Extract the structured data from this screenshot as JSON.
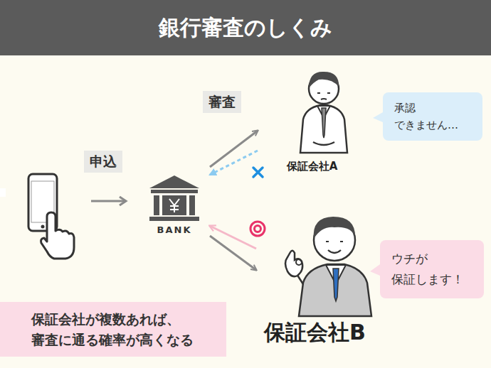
{
  "diagram": {
    "title": "銀行審査のしくみ",
    "nodes": [
      {
        "text": [
          "BANK"
        ]
      },
      {
        "text": [
          "保証会社A"
        ]
      },
      {
        "text": [
          "承認 できません…"
        ]
      },
      {
        "text": [
          "保証会社B"
        ]
      },
      {
        "text": [
          "ウチが 保証します！"
        ]
      },
      {
        "text": [
          "保証会社が複数あれば、 審査に通る確率が高くなる"
        ]
      }
    ],
    "edges": [
      {
        "from": 0,
        "to": 1,
        "label": "審査",
        "arrow": "to"
      },
      {
        "from": 1,
        "to": 0,
        "arrow": "to"
      },
      {
        "from": 3,
        "to": 0,
        "arrow": "to"
      },
      {
        "from": 0,
        "to": 3,
        "arrow": "to"
      }
    ],
    "labels": [
      "申込"
    ]
  }
}
